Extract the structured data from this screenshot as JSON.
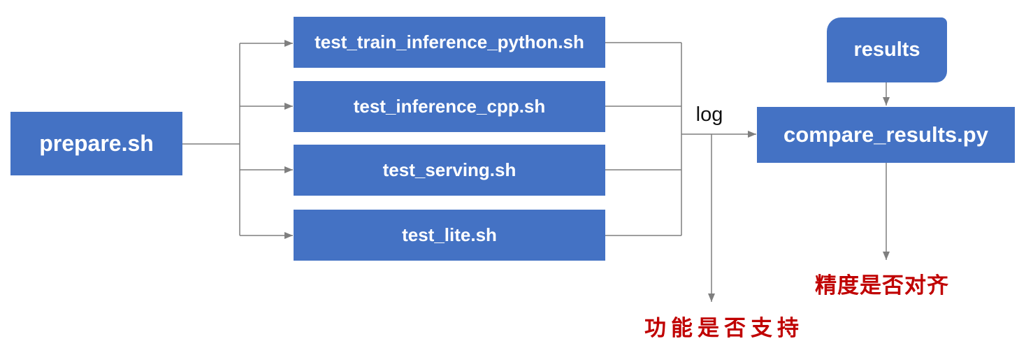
{
  "diagram": {
    "nodes": {
      "prepare": {
        "label": "prepare.sh",
        "shape": "rectangle"
      },
      "test_train_inference_python": {
        "label": "test_train_inference_python.sh",
        "shape": "rectangle"
      },
      "test_inference_cpp": {
        "label": "test_inference_cpp.sh",
        "shape": "rectangle"
      },
      "test_serving": {
        "label": "test_serving.sh",
        "shape": "rectangle"
      },
      "test_lite": {
        "label": "test_lite.sh",
        "shape": "rectangle"
      },
      "results": {
        "label": "results",
        "shape": "rounded-corner-rectangle"
      },
      "compare_results": {
        "label": "compare_results.py",
        "shape": "rectangle"
      }
    },
    "edge_labels": {
      "log": "log"
    },
    "annotations": {
      "function_support": "功能是否支持",
      "accuracy_alignment": "精度是否对齐"
    },
    "colors": {
      "node_fill": "#4472C4",
      "node_text": "#FFFFFF",
      "connector_gray": "#7F7F7F",
      "annotation_red": "#C00000",
      "edge_label_black": "#111111",
      "background": "#FFFFFF"
    }
  }
}
